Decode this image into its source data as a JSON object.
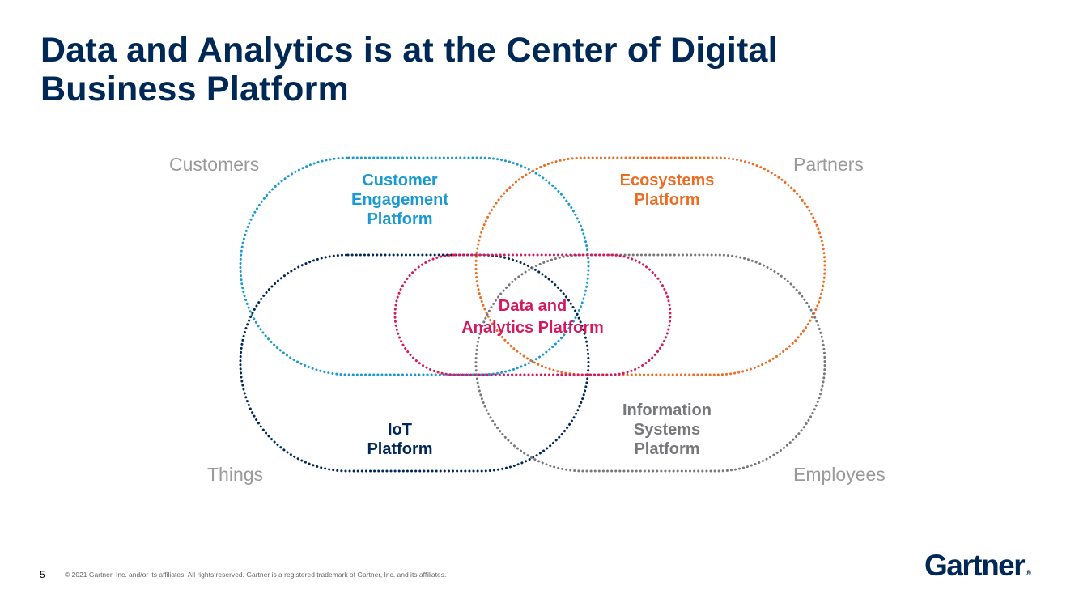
{
  "slide": {
    "title_line1": "Data and Analytics is at the Center of Digital",
    "title_line2": "Business Platform",
    "page_number": "5",
    "copyright": "© 2021 Gartner, Inc. and/or its affiliates. All rights reserved. Gartner is a registered trademark of Gartner, Inc. and its affiliates.",
    "logo_text": "Gartner",
    "logo_mark": "®"
  },
  "diagram": {
    "corners": {
      "customers": "Customers",
      "partners": "Partners",
      "things": "Things",
      "employees": "Employees"
    },
    "platforms": {
      "customer": {
        "line1": "Customer",
        "line2": "Engagement",
        "line3": "Platform",
        "color": "#1a9ad2"
      },
      "ecosystems": {
        "line1": "Ecosystems",
        "line2": "Platform",
        "color": "#ef6b1f"
      },
      "data": {
        "line1": "Data and",
        "line2": "Analytics Platform",
        "color": "#d6185f"
      },
      "iot": {
        "line1": "IoT",
        "line2": "Platform",
        "color": "#002856"
      },
      "information": {
        "line1": "Information",
        "line2": "Systems",
        "line3": "Platform",
        "color": "#76787b"
      }
    }
  }
}
